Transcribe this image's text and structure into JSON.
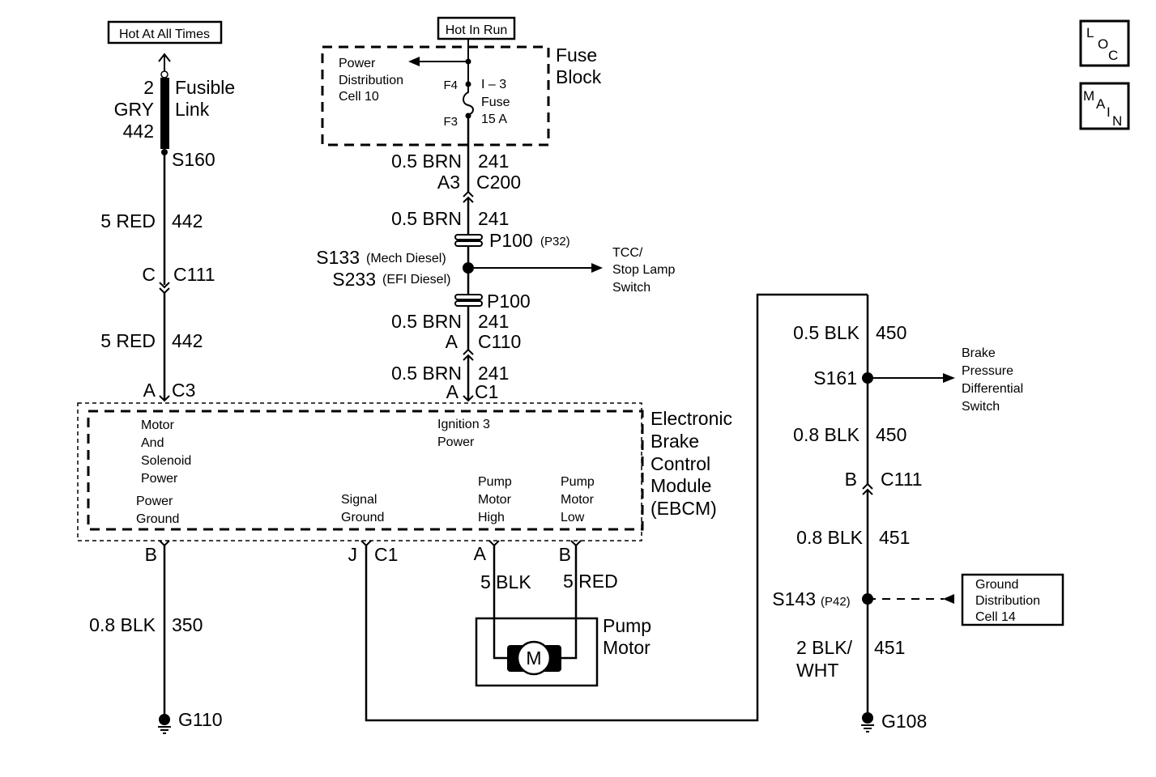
{
  "sources": {
    "hot_at_all_times": "Hot At All Times",
    "hot_in_run": "Hot In Run"
  },
  "nav": {
    "loc": [
      "L",
      "O",
      "C"
    ],
    "main": [
      "M",
      "A",
      "I",
      "N"
    ]
  },
  "fusible_link": {
    "size": "2",
    "color": "GRY",
    "circuit": "442",
    "label_line1": "Fusible",
    "label_line2": "Link",
    "splice": "S160"
  },
  "fuse_block": {
    "label_line1": "Fuse",
    "label_line2": "Block",
    "power_dist_line1": "Power",
    "power_dist_line2": "Distribution",
    "power_dist_line3": "Cell 10",
    "terminal_top": "F4",
    "terminal_bottom": "F3",
    "fuse_name": "I – 3",
    "fuse_word": "Fuse",
    "fuse_rating": "15 A"
  },
  "left_wire": {
    "seg1_gauge": "5 RED",
    "seg1_circuit": "442",
    "conn_pin": "C",
    "conn_name": "C111",
    "seg2_gauge": "5 RED",
    "seg2_circuit": "442",
    "ebcm_pin": "A",
    "ebcm_conn": "C3"
  },
  "center_wire": {
    "seg1_gauge": "0.5 BRN",
    "seg1_circuit": "241",
    "c200_pin": "A3",
    "c200_name": "C200",
    "seg2_gauge": "0.5 BRN",
    "seg2_circuit": "241",
    "p100_top": "P100",
    "p100_top_note": "(P32)",
    "splice1": "S133",
    "splice1_note": "(Mech Diesel)",
    "splice2": "S233",
    "splice2_note": "(EFI Diesel)",
    "tcc_line1": "TCC/",
    "tcc_line2": "Stop Lamp",
    "tcc_line3": "Switch",
    "p100_bottom": "P100",
    "seg3_gauge": "0.5 BRN",
    "seg3_circuit": "241",
    "c110_pin": "A",
    "c110_name": "C110",
    "seg4_gauge": "0.5 BRN",
    "seg4_circuit": "241",
    "c1_pin": "A",
    "c1_name": "C1"
  },
  "ebcm": {
    "name_line1": "Electronic",
    "name_line2": "Brake",
    "name_line3": "Control",
    "name_line4": "Module",
    "name_line5": "(EBCM)",
    "motor_power_line1": "Motor",
    "motor_power_line2": "And",
    "motor_power_line3": "Solenoid",
    "motor_power_line4": "Power",
    "ignition_line1": "Ignition 3",
    "ignition_line2": "Power",
    "power_ground_line1": "Power",
    "power_ground_line2": "Ground",
    "signal_ground_line1": "Signal",
    "signal_ground_line2": "Ground",
    "pump_high_line1": "Pump",
    "pump_high_line2": "Motor",
    "pump_high_line3": "High",
    "pump_low_line1": "Pump",
    "pump_low_line2": "Motor",
    "pump_low_line3": "Low"
  },
  "bottom_left": {
    "pin": "B",
    "gauge": "0.8 BLK",
    "circuit": "350",
    "ground": "G110"
  },
  "signal_ground": {
    "pin": "J",
    "conn": "C1"
  },
  "pump_motor": {
    "pin_a": "A",
    "pin_b": "B",
    "wire_a": "5 BLK",
    "wire_b": "5 RED",
    "motor_symbol": "M",
    "label_line1": "Pump",
    "label_line2": "Motor"
  },
  "right_wire": {
    "seg1_gauge": "0.5 BLK",
    "seg1_circuit": "450",
    "splice1": "S161",
    "bpds_line1": "Brake",
    "bpds_line2": "Pressure",
    "bpds_line3": "Differential",
    "bpds_line4": "Switch",
    "seg2_gauge": "0.8 BLK",
    "seg2_circuit": "450",
    "conn_pin": "B",
    "conn_name": "C111",
    "seg3_gauge": "0.8 BLK",
    "seg3_circuit": "451",
    "splice2": "S143",
    "splice2_note": "(P42)",
    "gdc_line1": "Ground",
    "gdc_line2": "Distribution",
    "gdc_line3": "Cell 14",
    "seg4_gauge_line1": "2 BLK/",
    "seg4_gauge_line2": "WHT",
    "seg4_circuit": "451",
    "ground": "G108"
  }
}
